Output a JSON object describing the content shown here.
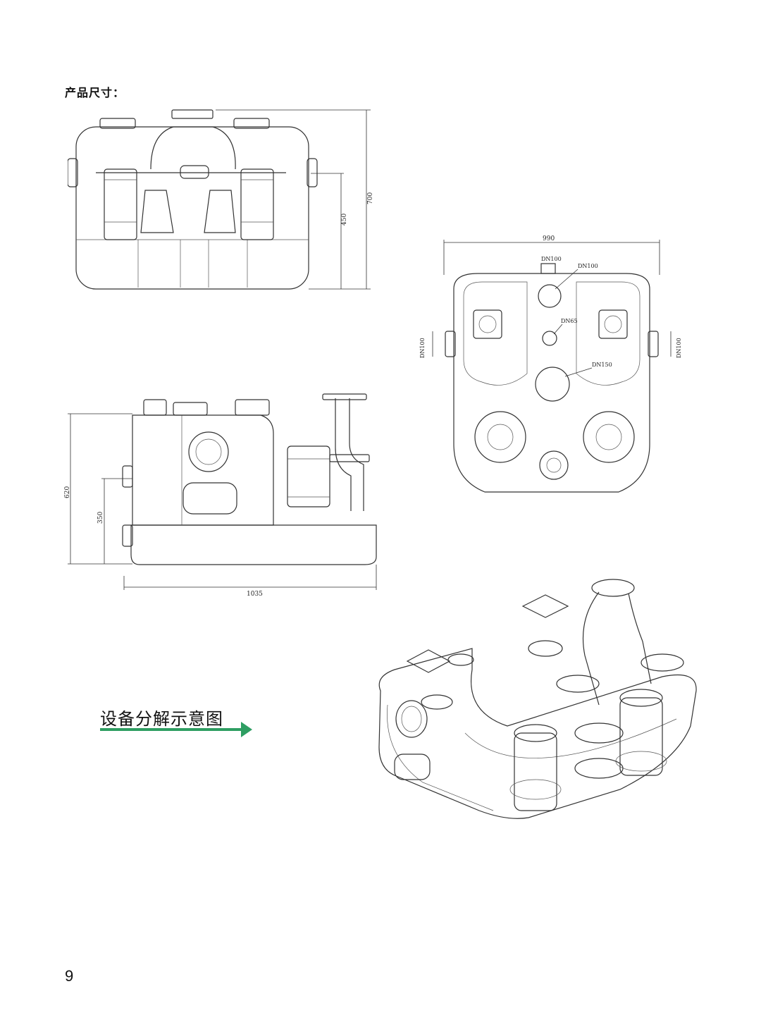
{
  "page": {
    "section_title": "产品尺寸：",
    "exploded_label": "设备分解示意图",
    "page_number": "9",
    "accent_color": "#2e9e62"
  },
  "front_view": {
    "dim_height_total": "700",
    "dim_height_inlet": "450"
  },
  "top_view": {
    "dim_width": "990",
    "label_top_pipe": "DN100",
    "label_outlet": "DN100",
    "label_vent": "DN65",
    "label_inlet_large": "DN150",
    "label_side_left": "DN100",
    "label_side_right": "DN100"
  },
  "side_view": {
    "dim_height_total": "620",
    "dim_height_inlet": "350",
    "dim_length": "1035"
  }
}
